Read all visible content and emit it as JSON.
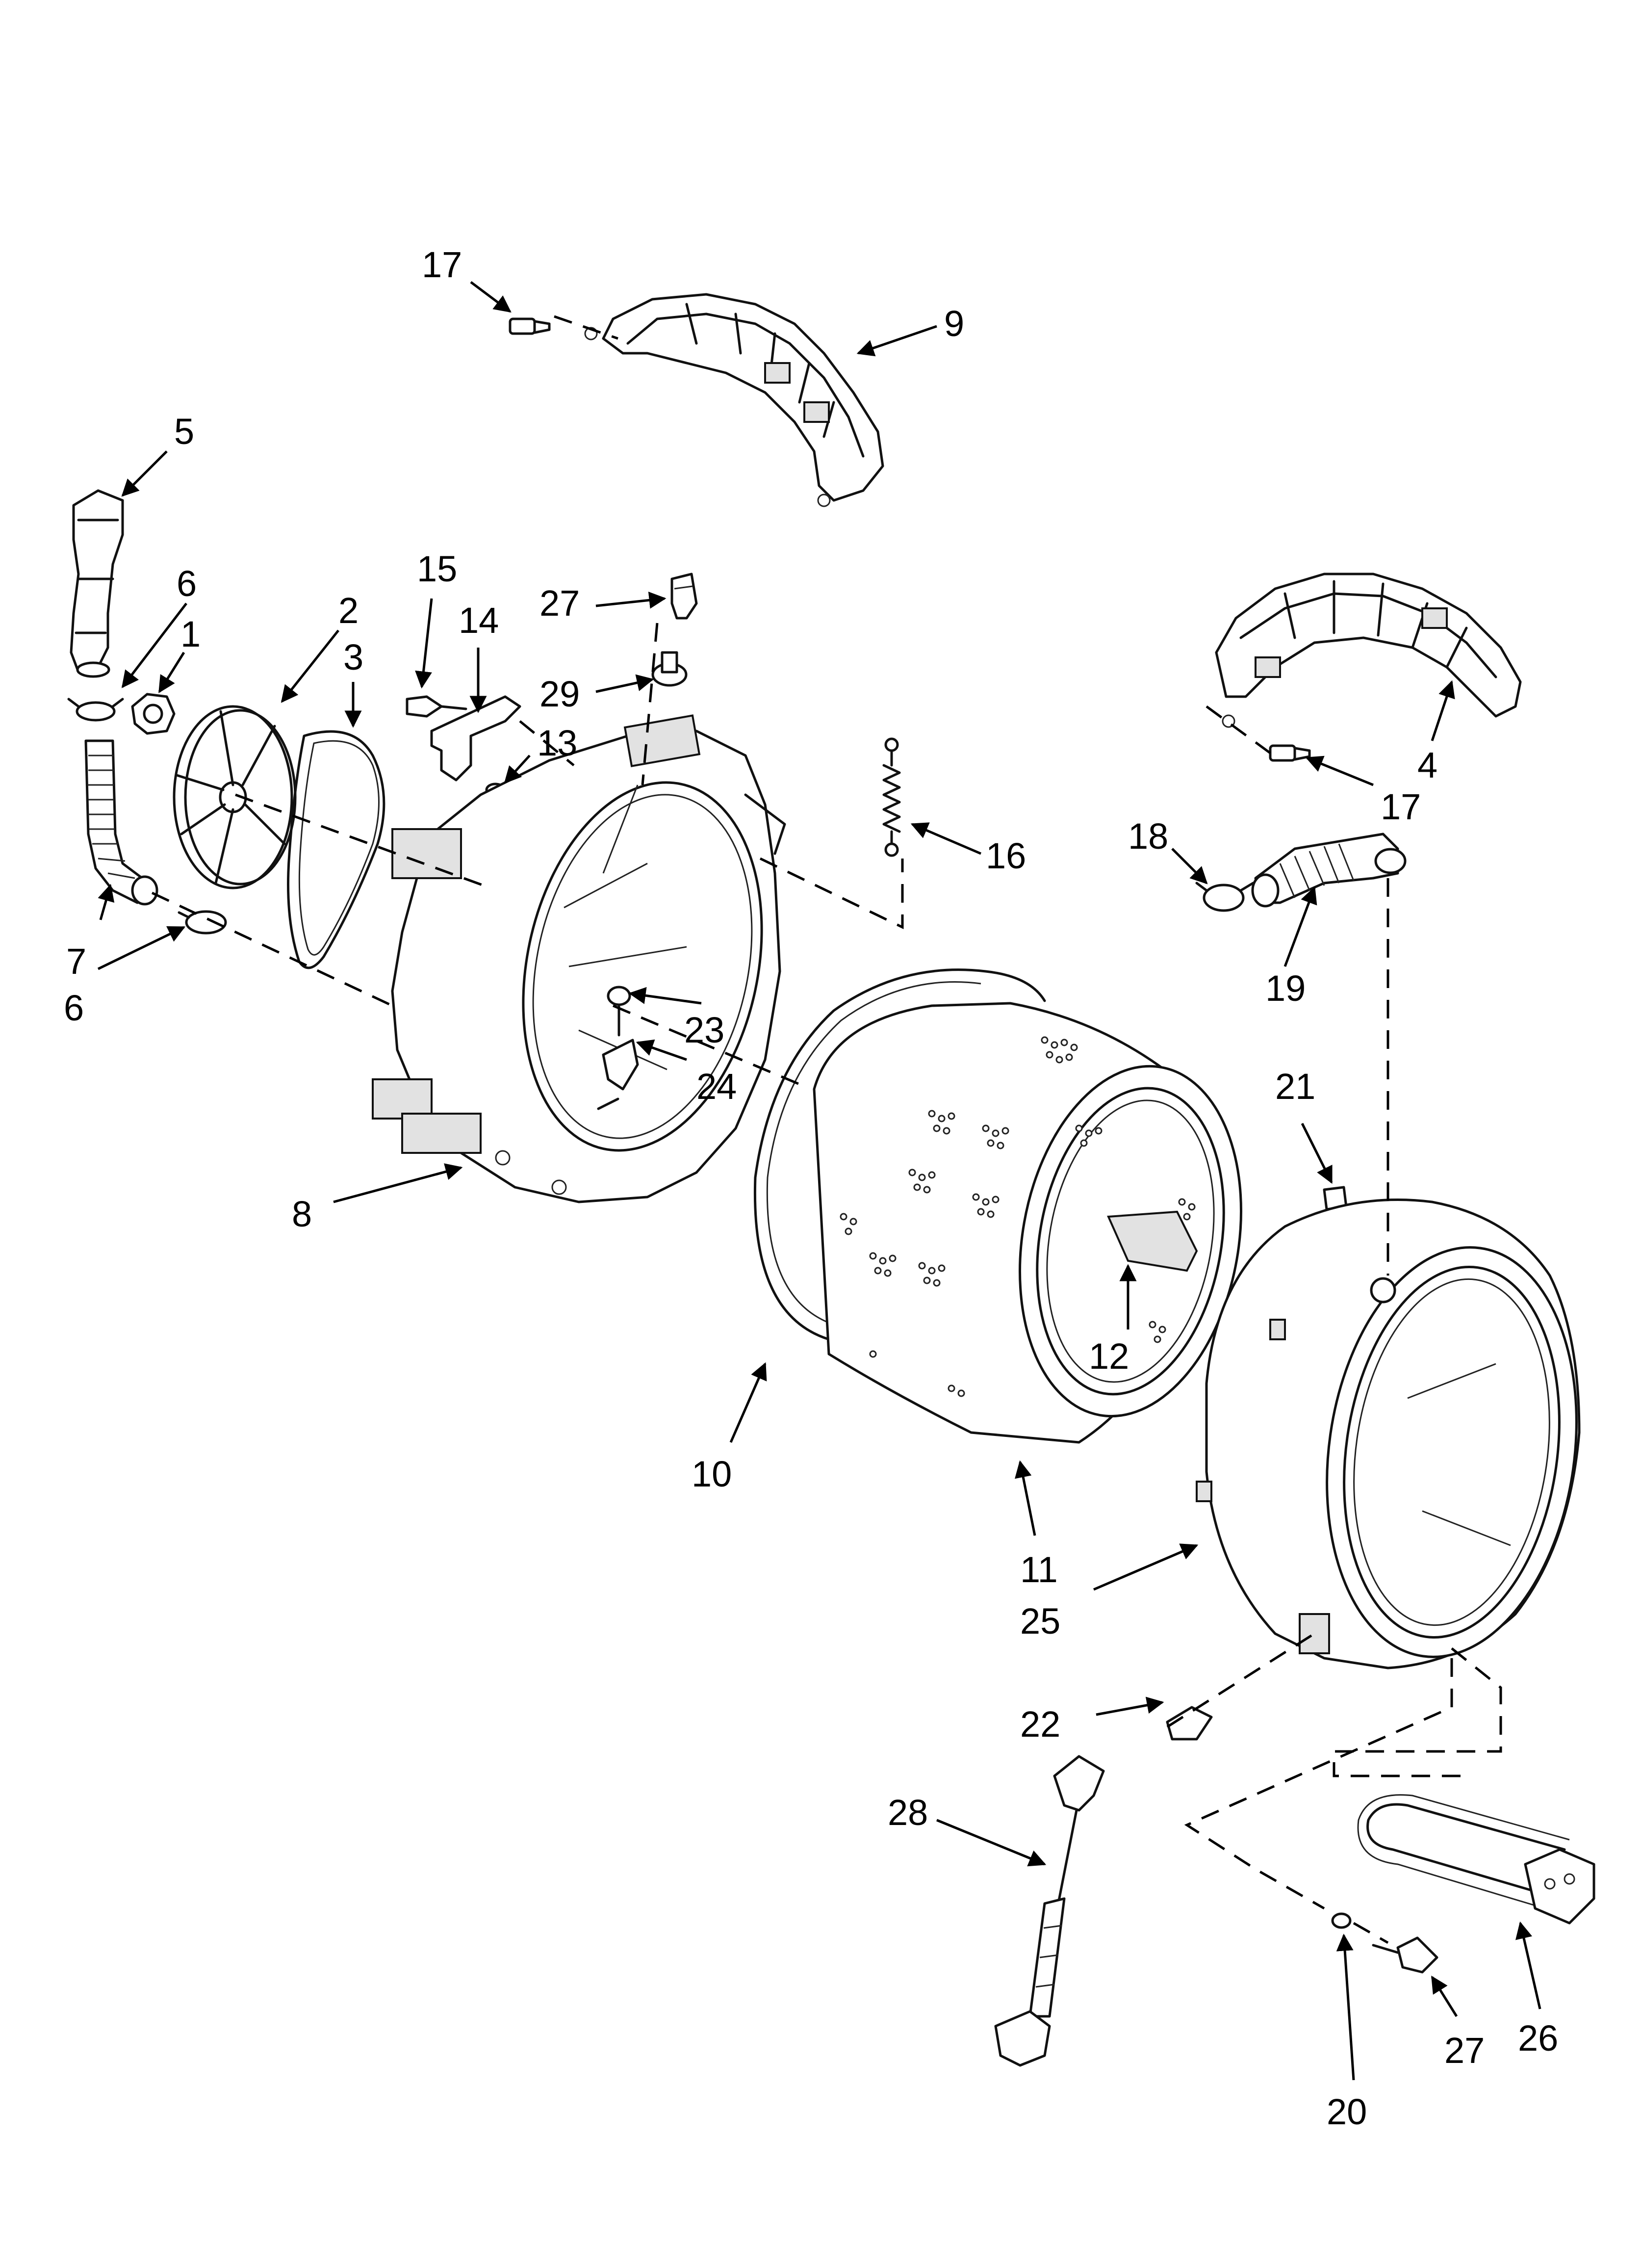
{
  "callouts": {
    "p1": "1",
    "p2": "2",
    "p3": "3",
    "p4": "4",
    "p5": "5",
    "p6a": "6",
    "p6b": "6",
    "p7": "7",
    "p8": "8",
    "p9": "9",
    "p10": "10",
    "p11": "11",
    "p12": "12",
    "p13": "13",
    "p14": "14",
    "p15": "15",
    "p16": "16",
    "p17a": "17",
    "p17b": "17",
    "p18": "18",
    "p19": "19",
    "p20": "20",
    "p21": "21",
    "p22": "22",
    "p23": "23",
    "p24": "24",
    "p25": "25",
    "p26": "26",
    "p27a": "27",
    "p27b": "27",
    "p28": "28",
    "p29": "29"
  },
  "colors": {
    "line": "#000000",
    "background": "#ffffff",
    "part_shade": "#e2e2e2"
  }
}
